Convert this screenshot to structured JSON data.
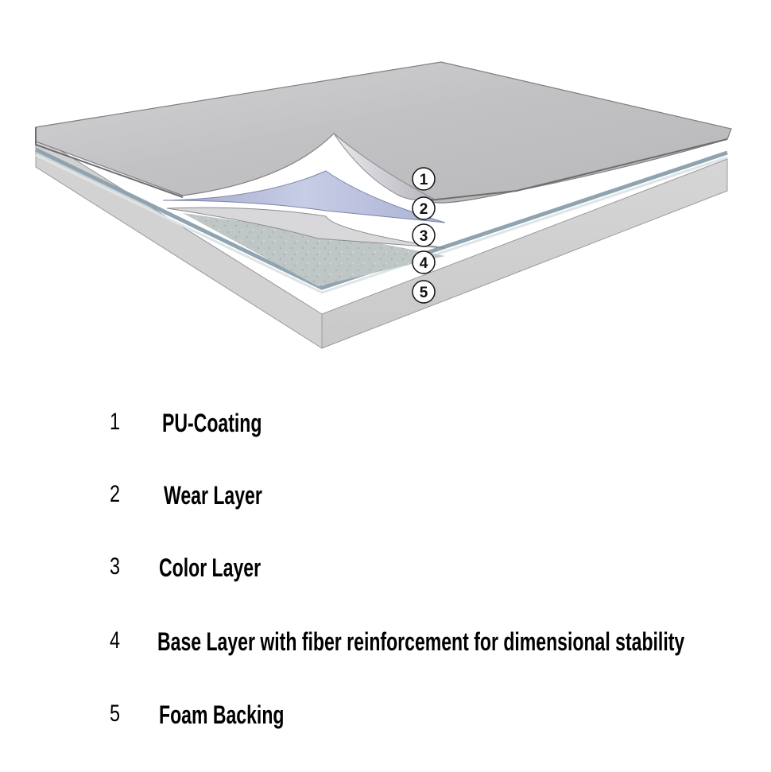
{
  "diagram": {
    "callouts": [
      "1",
      "2",
      "3",
      "4",
      "5"
    ]
  },
  "legend": [
    {
      "number": "1",
      "label": "PU-Coating"
    },
    {
      "number": "2",
      "label": "Wear Layer"
    },
    {
      "number": "3",
      "label": "Color Layer"
    },
    {
      "number": "4",
      "label": "Base Layer with fiber reinforcement for dimensional stability"
    },
    {
      "number": "5",
      "label": "Foam Backing"
    }
  ]
}
